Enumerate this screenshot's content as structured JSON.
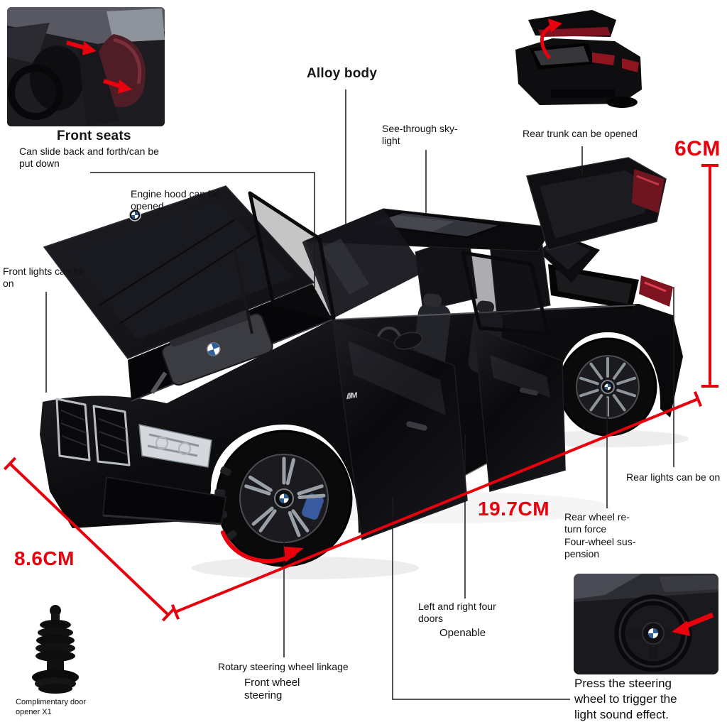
{
  "colors": {
    "accent_red": "#e8000d",
    "callout_line": "#1a1a1a",
    "car_black": "#0c0c0f"
  },
  "insets": {
    "front_seats": {
      "heading": "Front seats",
      "caption": "Can slide back and forth/can be\nput down"
    },
    "rear_trunk": {
      "label": "Rear trunk can be opened"
    },
    "steering_wheel": {
      "caption": "Press the steering\nwheel to trigger the\nlight sound effect."
    },
    "door_opener": {
      "caption": "Complimentary door\nopener X1"
    }
  },
  "callouts": {
    "alloy_body": "Alloy body",
    "skylight": "See-through sky-\nlight",
    "engine_hood": "Engine hood can be\nopened",
    "front_lights": "Front lights can be\non",
    "rear_lights": "Rear lights can be on",
    "rear_wheel_return": "Rear wheel re-\nturn force",
    "suspension": "Four-wheel sus-\npension",
    "four_doors": "Left and right four\ndoors",
    "four_doors_sub": "Openable",
    "steering_linkage": "Rotary steering wheel linkage",
    "front_wheel_steering": "Front wheel\nsteering"
  },
  "dimensions": {
    "height": "6CM",
    "length": "19.7CM",
    "width": "8.6CM"
  },
  "badges": {
    "door_m_badge": "///M"
  }
}
